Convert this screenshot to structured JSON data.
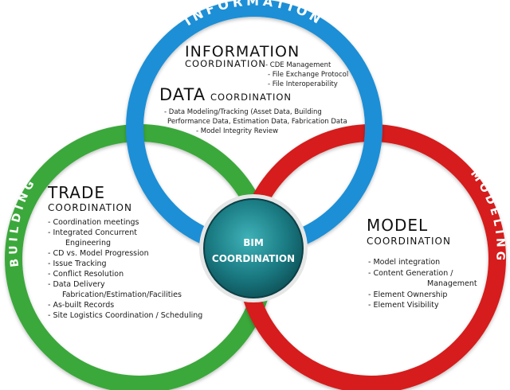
{
  "rings": {
    "top": {
      "arc_label": "INFORMATION",
      "color": "#1e8fd6",
      "sections": [
        {
          "title_big": "INFORMATION",
          "title_small": "COORDINATION",
          "items": [
            "- CDE Management",
            "- File Exchange Protocol",
            "- File Interoperability"
          ]
        },
        {
          "title_big": "DATA",
          "title_small": "COORDINATION",
          "items": [
            "- Data Modeling/Tracking  (Asset Data, Building",
            "Performance Data, Estimation Data, Fabrication Data",
            "- Model Integrity Review"
          ]
        }
      ]
    },
    "left": {
      "arc_label": "BUILDING",
      "color": "#3aa83a",
      "title_big": "TRADE",
      "title_small": "COORDINATION",
      "items": [
        "- Coordination meetings",
        "- Integrated Concurrent",
        "Engineering",
        "- CD vs. Model Progression",
        "- Issue Tracking",
        "- Conflict Resolution",
        "- Data Delivery",
        "Fabrication/Estimation/Facilities",
        "- As-built Records",
        "- Site Logistics Coordination / Scheduling"
      ]
    },
    "right": {
      "arc_label": "MODELING",
      "color": "#d61e1e",
      "title_big": "MODEL",
      "title_small": "COORDINATION",
      "items": [
        "- Model integration",
        "- Content Generation /",
        "Management",
        "- Element Ownership",
        "- Element Visibility"
      ]
    }
  },
  "center": {
    "line1": "BIM",
    "line2": "COORDINATION",
    "color": "#1a7a82"
  }
}
